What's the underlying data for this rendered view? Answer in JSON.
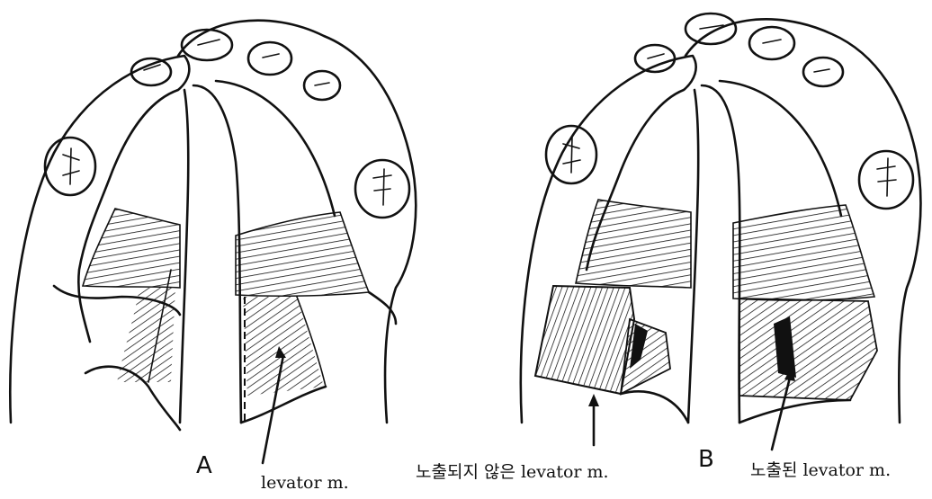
{
  "figure": {
    "panel_a_letter": "A",
    "panel_b_letter": "B",
    "label_a_levator": "levator m.",
    "label_b_unexposed": "노출되지 않은 levator m.",
    "label_b_exposed": "노출된 levator m."
  }
}
